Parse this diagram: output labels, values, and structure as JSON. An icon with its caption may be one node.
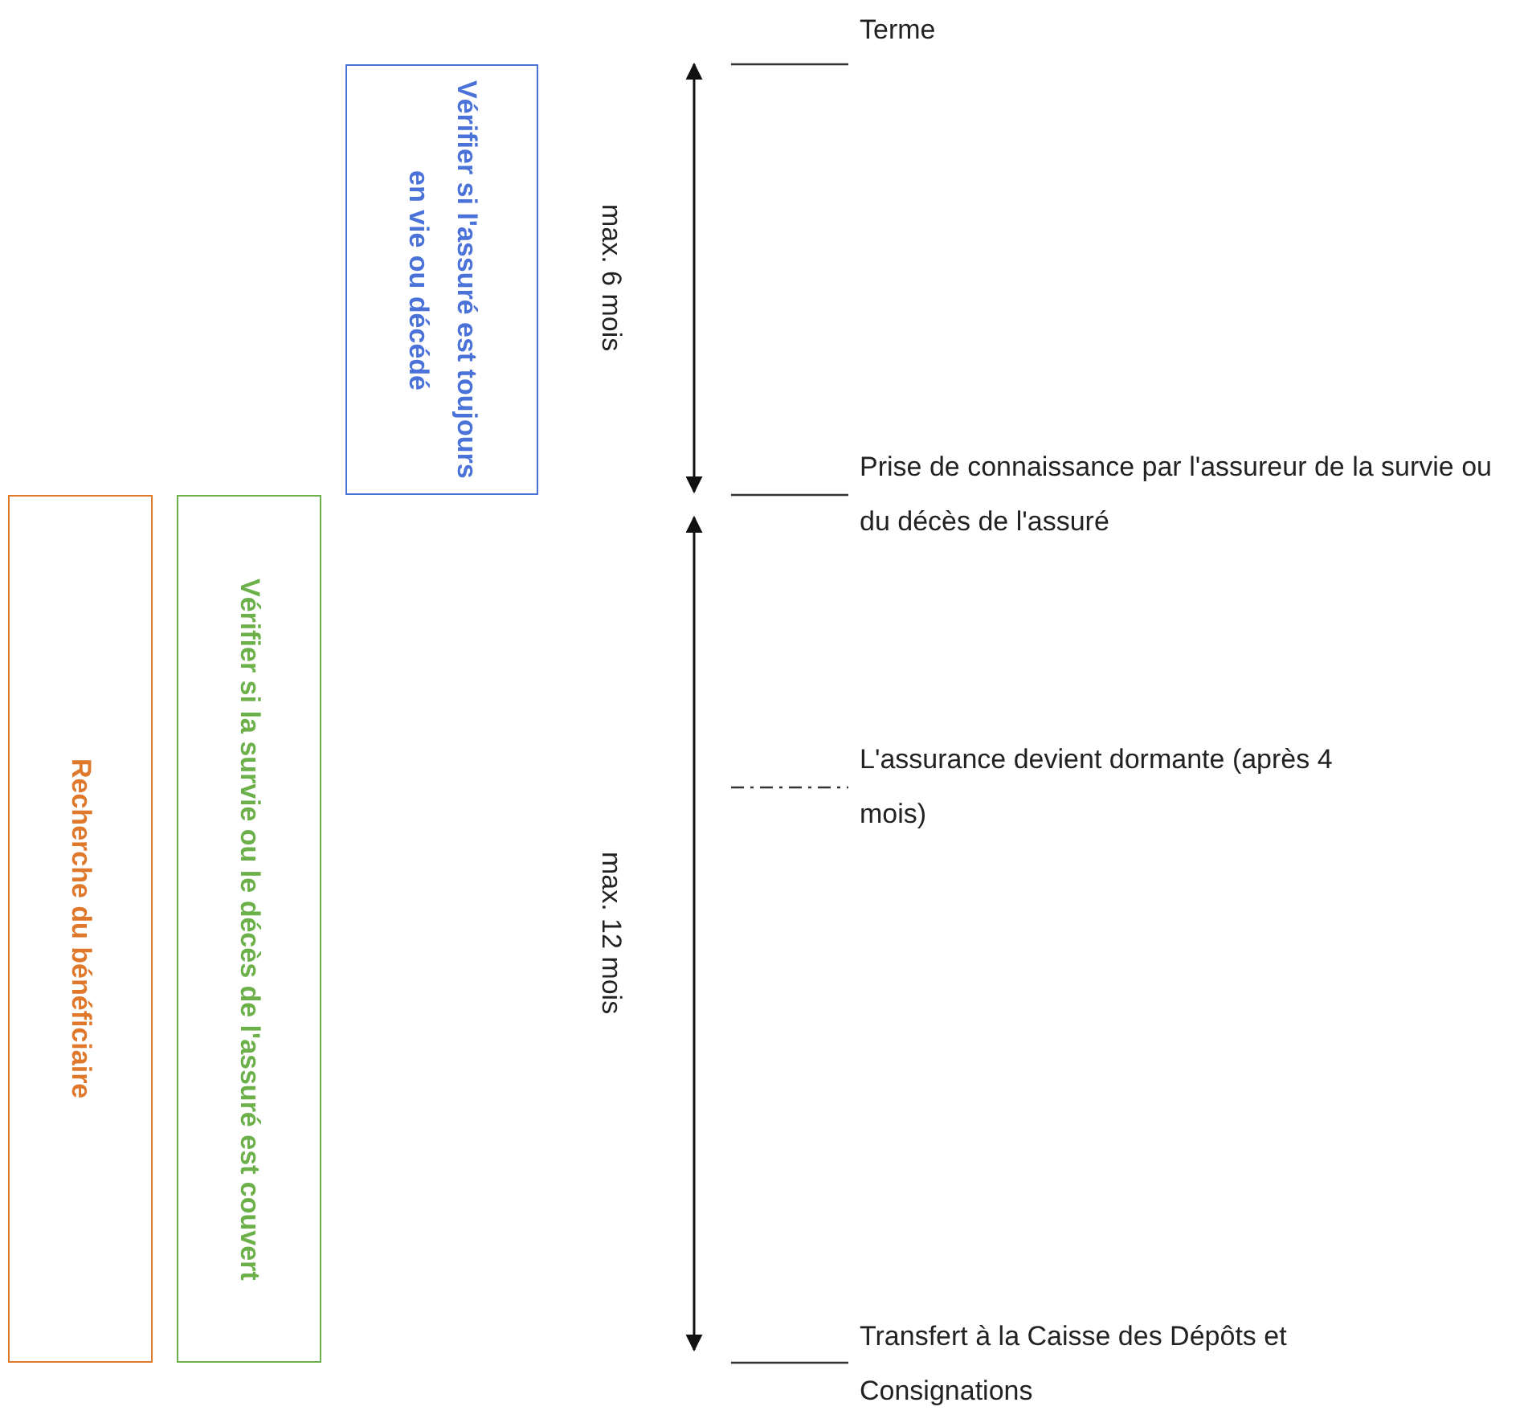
{
  "diagram": {
    "nodes": [
      {
        "text": [
          "Vérifier si l'assuré est toujours en vie ou décédé"
        ]
      },
      {
        "text": [
          "Recherche du bénéficiaire"
        ]
      },
      {
        "text": [
          "Vérifier si la survie ou le décès de l'assuré est couvert"
        ]
      }
    ],
    "labels": [
      "Terme",
      "max. 6 mois",
      "Prise de connaissance par l'assureur de la survie ou du décès de l'assuré",
      "L'assurance devient dormante (après 4 mois)",
      "max. 12 mois",
      "Transfert à la Caisse des Dépôts et Consignations"
    ]
  }
}
